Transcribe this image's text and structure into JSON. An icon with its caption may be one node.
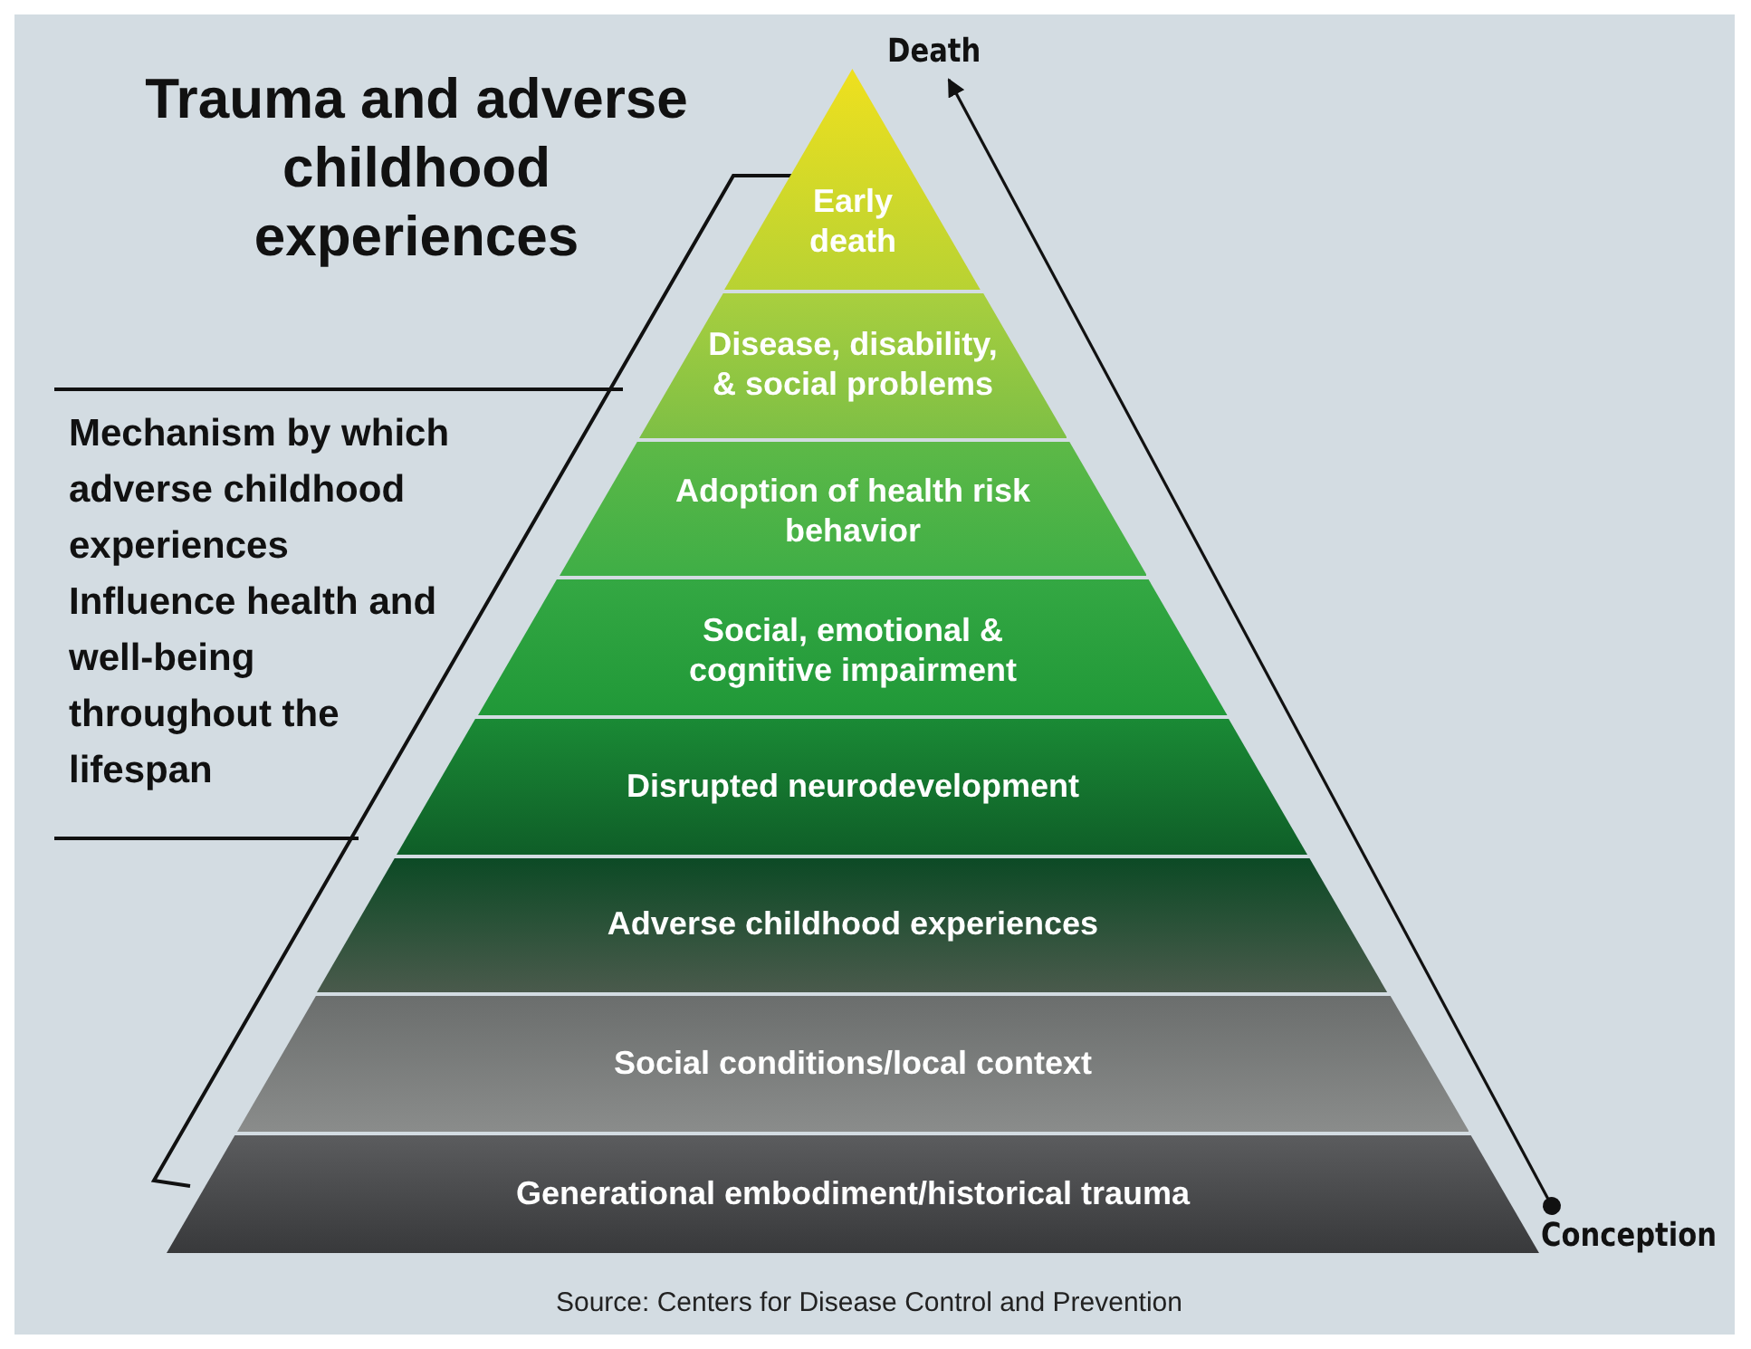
{
  "diagram": {
    "title": "Trauma and adverse childhood experiences",
    "caption": "Source: Centers for Disease Control and Prevention",
    "nodes": [
      {
        "text": [
          "Death"
        ]
      },
      {
        "text": [
          "Early death"
        ]
      },
      {
        "text": [
          "Disease, disability, & social problems"
        ]
      },
      {
        "text": [
          "Adoption of health risk behavior"
        ]
      },
      {
        "text": [
          "Social, emotional & cognitive impairment"
        ]
      },
      {
        "text": [
          "Disrupted neurodevelopment"
        ]
      },
      {
        "text": [
          "Adverse childhood experiences"
        ]
      },
      {
        "text": [
          "Social conditions/local context"
        ]
      },
      {
        "text": [
          "Generational embodiment/historical trauma"
        ]
      },
      {
        "text": [
          "Conception"
        ]
      }
    ],
    "edges": [
      {
        "from": 9,
        "to": 0,
        "arrow": "to"
      }
    ],
    "labels": [
      "Mechanism by which adverse childhood experiences Influence health and well-being throughout the lifespan"
    ]
  }
}
